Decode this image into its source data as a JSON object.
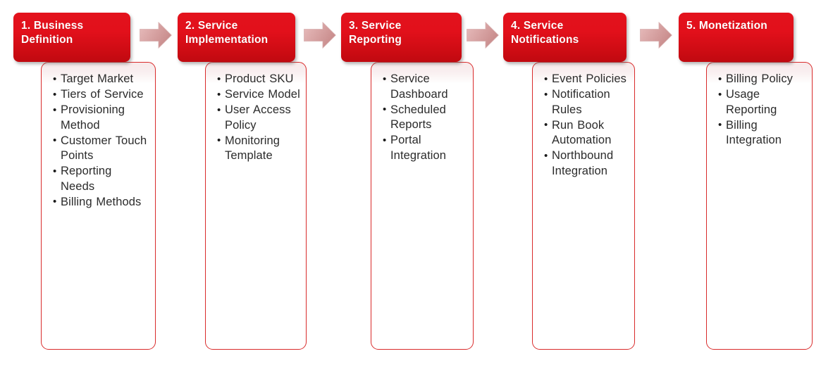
{
  "diagram": {
    "type": "process-flow",
    "title_text": "",
    "colors": {
      "header_red_top": "#e3121c",
      "header_red_bottom": "#c00910",
      "panel_border": "#d92b2b",
      "panel_top_tint": "#f7e9ea",
      "arrow_fill_light": "#e8bdbd",
      "arrow_fill_dark": "#c88b8b",
      "header_text": "#ffffff",
      "bullet_text": "#2b2b2b",
      "background": "#ffffff"
    },
    "arrow_icon_name": "right-arrow-icon",
    "arrows": [
      {
        "name": "arrow-1-to-2"
      },
      {
        "name": "arrow-2-to-3"
      },
      {
        "name": "arrow-3-to-4"
      },
      {
        "name": "arrow-4-to-5"
      }
    ],
    "stages": [
      {
        "id": "business-definition",
        "title": "1. Business Definition",
        "items": [
          "Target Market",
          "Tiers of Service",
          "Provisioning Method",
          "Customer Touch Points",
          "Reporting Needs",
          "Billing Methods"
        ]
      },
      {
        "id": "service-implementation",
        "title": "2. Service Implementation",
        "items": [
          "Product SKU",
          "Service Model",
          "User Access Policy",
          "Monitoring Template"
        ]
      },
      {
        "id": "service-reporting",
        "title": "3. Service Reporting",
        "items": [
          "Service Dashboard",
          "Scheduled Reports",
          "Portal Integration"
        ]
      },
      {
        "id": "service-notifications",
        "title": "4. Service Notifications",
        "items": [
          "Event Policies",
          "Notification Rules",
          "Run Book Automation",
          "Northbound Integration"
        ]
      },
      {
        "id": "monetization",
        "title": "5. Monetization",
        "items": [
          "Billing Policy",
          "Usage Reporting",
          "Billing Integration"
        ]
      }
    ]
  }
}
